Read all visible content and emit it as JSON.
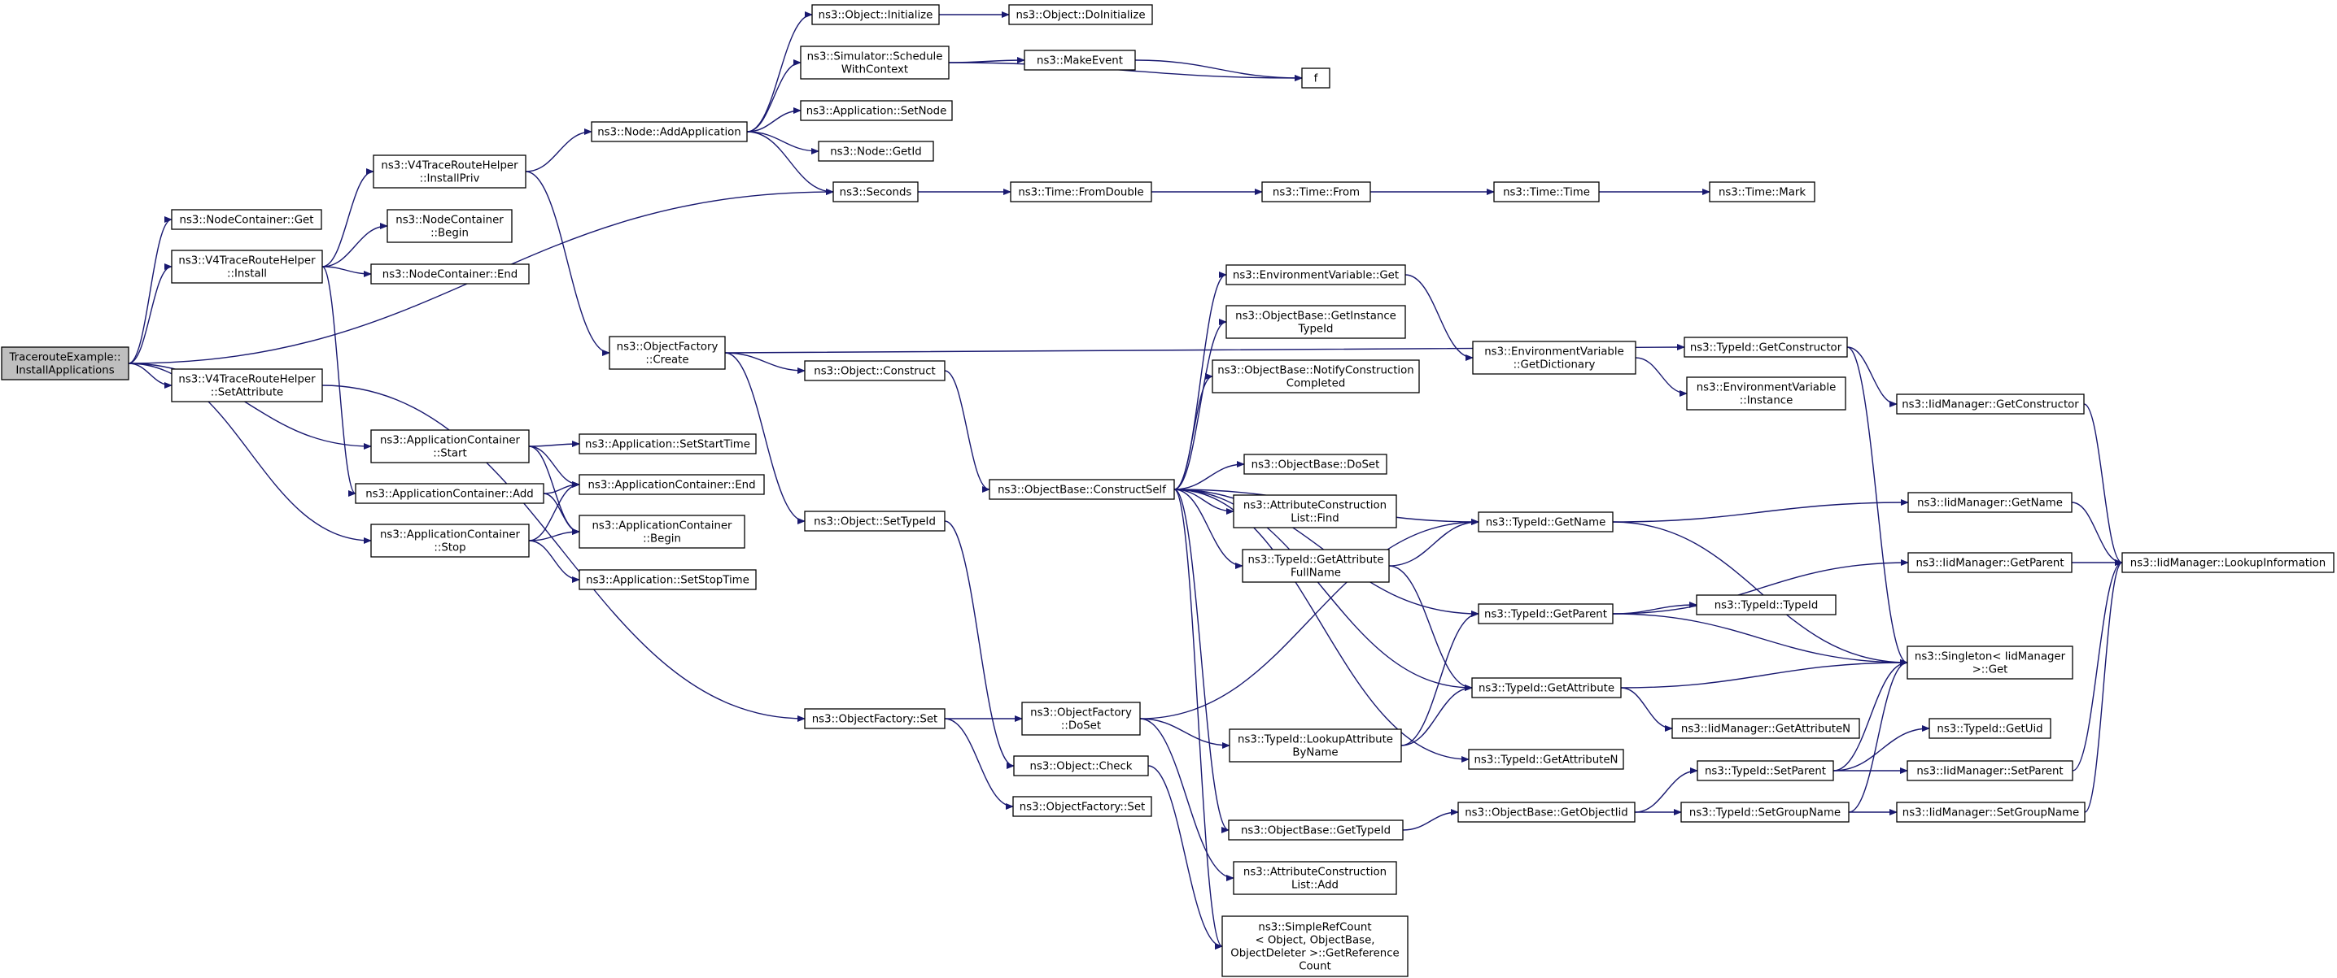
{
  "diagram": {
    "type": "call-graph",
    "colors": {
      "edge": "#191970",
      "root_fill": "#bfbfbf",
      "node_fill": "#ffffff",
      "node_border": "#000000"
    },
    "nodes": [
      {
        "id": "root",
        "lines": [
          "TracerouteExample::",
          "InstallApplications"
        ]
      },
      {
        "id": "nc_get",
        "lines": [
          "ns3::NodeContainer::Get"
        ]
      },
      {
        "id": "v4_install",
        "lines": [
          "ns3::V4TraceRouteHelper",
          "::Install"
        ]
      },
      {
        "id": "v4_setattr",
        "lines": [
          "ns3::V4TraceRouteHelper",
          "::SetAttribute"
        ]
      },
      {
        "id": "v4_installpriv",
        "lines": [
          "ns3::V4TraceRouteHelper",
          "::InstallPriv"
        ]
      },
      {
        "id": "nc_begin",
        "lines": [
          "ns3::NodeContainer",
          "::Begin"
        ]
      },
      {
        "id": "nc_end",
        "lines": [
          "ns3::NodeContainer::End"
        ]
      },
      {
        "id": "ac_start",
        "lines": [
          "ns3::ApplicationContainer",
          "::Start"
        ]
      },
      {
        "id": "ac_add",
        "lines": [
          "ns3::ApplicationContainer::Add"
        ]
      },
      {
        "id": "ac_stop",
        "lines": [
          "ns3::ApplicationContainer",
          "::Stop"
        ]
      },
      {
        "id": "app_setstart",
        "lines": [
          "ns3::Application::SetStartTime"
        ]
      },
      {
        "id": "ac_end",
        "lines": [
          "ns3::ApplicationContainer::End"
        ]
      },
      {
        "id": "ac_begin",
        "lines": [
          "ns3::ApplicationContainer",
          "::Begin"
        ]
      },
      {
        "id": "app_setstop",
        "lines": [
          "ns3::Application::SetStopTime"
        ]
      },
      {
        "id": "node_addapp",
        "lines": [
          "ns3::Node::AddApplication"
        ]
      },
      {
        "id": "objfactory_create",
        "lines": [
          "ns3::ObjectFactory",
          "::Create"
        ]
      },
      {
        "id": "obj_init",
        "lines": [
          "ns3::Object::Initialize"
        ]
      },
      {
        "id": "sim_schedule",
        "lines": [
          "ns3::Simulator::Schedule",
          "WithContext"
        ]
      },
      {
        "id": "app_setnode",
        "lines": [
          "ns3::Application::SetNode"
        ]
      },
      {
        "id": "node_getid",
        "lines": [
          "ns3::Node::GetId"
        ]
      },
      {
        "id": "seconds",
        "lines": [
          "ns3::Seconds"
        ]
      },
      {
        "id": "obj_construct",
        "lines": [
          "ns3::Object::Construct"
        ]
      },
      {
        "id": "obj_settypeid",
        "lines": [
          "ns3::Object::SetTypeId"
        ]
      },
      {
        "id": "objfactory_set",
        "lines": [
          "ns3::ObjectFactory::Set"
        ]
      },
      {
        "id": "obj_doinit",
        "lines": [
          "ns3::Object::DoInitialize"
        ]
      },
      {
        "id": "makeevent",
        "lines": [
          "ns3::MakeEvent"
        ]
      },
      {
        "id": "f",
        "lines": [
          "f"
        ]
      },
      {
        "id": "time_fromdouble",
        "lines": [
          "ns3::Time::FromDouble"
        ]
      },
      {
        "id": "time_from",
        "lines": [
          "ns3::Time::From"
        ]
      },
      {
        "id": "time_time",
        "lines": [
          "ns3::Time::Time"
        ]
      },
      {
        "id": "time_mark",
        "lines": [
          "ns3::Time::Mark"
        ]
      },
      {
        "id": "ob_constructself",
        "lines": [
          "ns3::ObjectBase::ConstructSelf"
        ]
      },
      {
        "id": "objfactory_doset",
        "lines": [
          "ns3::ObjectFactory",
          "::DoSet"
        ]
      },
      {
        "id": "obj_check",
        "lines": [
          "ns3::Object::Check"
        ]
      },
      {
        "id": "objfactory_set2",
        "lines": [
          "ns3::ObjectFactory::Set"
        ]
      },
      {
        "id": "env_get",
        "lines": [
          "ns3::EnvironmentVariable::Get"
        ]
      },
      {
        "id": "ob_getinstancetypeid",
        "lines": [
          "ns3::ObjectBase::GetInstance",
          "TypeId"
        ]
      },
      {
        "id": "ob_notify",
        "lines": [
          "ns3::ObjectBase::NotifyConstruction",
          "Completed"
        ]
      },
      {
        "id": "ob_doset",
        "lines": [
          "ns3::ObjectBase::DoSet"
        ]
      },
      {
        "id": "acl_find",
        "lines": [
          "ns3::AttributeConstruction",
          "List::Find"
        ]
      },
      {
        "id": "tid_getattrfullname",
        "lines": [
          "ns3::TypeId::GetAttribute",
          "FullName"
        ]
      },
      {
        "id": "tid_lookupattr",
        "lines": [
          "ns3::TypeId::LookupAttribute",
          "ByName"
        ]
      },
      {
        "id": "ob_gettypeid",
        "lines": [
          "ns3::ObjectBase::GetTypeId"
        ]
      },
      {
        "id": "acl_add",
        "lines": [
          "ns3::AttributeConstruction",
          "List::Add"
        ]
      },
      {
        "id": "simplerefcount",
        "lines": [
          "ns3::SimpleRefCount",
          "< Object, ObjectBase,",
          "ObjectDeleter >::GetReference",
          "Count"
        ]
      },
      {
        "id": "env_getdict",
        "lines": [
          "ns3::EnvironmentVariable",
          "::GetDictionary"
        ]
      },
      {
        "id": "tid_getname",
        "lines": [
          "ns3::TypeId::GetName"
        ]
      },
      {
        "id": "tid_getparent",
        "lines": [
          "ns3::TypeId::GetParent"
        ]
      },
      {
        "id": "tid_getattribute",
        "lines": [
          "ns3::TypeId::GetAttribute"
        ]
      },
      {
        "id": "tid_getattributen",
        "lines": [
          "ns3::TypeId::GetAttributeN"
        ]
      },
      {
        "id": "ob_getobjectiid",
        "lines": [
          "ns3::ObjectBase::GetObjectIid"
        ]
      },
      {
        "id": "tid_getconstructor",
        "lines": [
          "ns3::TypeId::GetConstructor"
        ]
      },
      {
        "id": "env_instance",
        "lines": [
          "ns3::EnvironmentVariable",
          "::Instance"
        ]
      },
      {
        "id": "tid_typeid",
        "lines": [
          "ns3::TypeId::TypeId"
        ]
      },
      {
        "id": "iid_getattrn",
        "lines": [
          "ns3::IidManager::GetAttributeN"
        ]
      },
      {
        "id": "tid_setparent",
        "lines": [
          "ns3::TypeId::SetParent"
        ]
      },
      {
        "id": "tid_setgroupname",
        "lines": [
          "ns3::TypeId::SetGroupName"
        ]
      },
      {
        "id": "iid_getconstructor",
        "lines": [
          "ns3::IidManager::GetConstructor"
        ]
      },
      {
        "id": "iid_getname",
        "lines": [
          "ns3::IidManager::GetName"
        ]
      },
      {
        "id": "iid_getparent",
        "lines": [
          "ns3::IidManager::GetParent"
        ]
      },
      {
        "id": "singleton_get",
        "lines": [
          "ns3::Singleton< IidManager",
          " >::Get"
        ]
      },
      {
        "id": "tid_getuid",
        "lines": [
          "ns3::TypeId::GetUid"
        ]
      },
      {
        "id": "iid_setparent",
        "lines": [
          "ns3::IidManager::SetParent"
        ]
      },
      {
        "id": "iid_setgroupname",
        "lines": [
          "ns3::IidManager::SetGroupName"
        ]
      },
      {
        "id": "iid_lookupinfo",
        "lines": [
          "ns3::IidManager::LookupInformation"
        ]
      }
    ],
    "edges": [
      [
        "root",
        "nc_get"
      ],
      [
        "root",
        "v4_install"
      ],
      [
        "root",
        "v4_setattr"
      ],
      [
        "root",
        "seconds"
      ],
      [
        "root",
        "ac_start"
      ],
      [
        "root",
        "ac_stop"
      ],
      [
        "v4_install",
        "v4_installpriv"
      ],
      [
        "v4_install",
        "nc_begin"
      ],
      [
        "v4_install",
        "nc_end"
      ],
      [
        "v4_install",
        "ac_add"
      ],
      [
        "v4_setattr",
        "objfactory_set"
      ],
      [
        "v4_installpriv",
        "node_addapp"
      ],
      [
        "v4_installpriv",
        "objfactory_create"
      ],
      [
        "node_addapp",
        "obj_init"
      ],
      [
        "node_addapp",
        "sim_schedule"
      ],
      [
        "node_addapp",
        "app_setnode"
      ],
      [
        "node_addapp",
        "node_getid"
      ],
      [
        "node_addapp",
        "seconds"
      ],
      [
        "obj_init",
        "obj_doinit"
      ],
      [
        "sim_schedule",
        "makeevent"
      ],
      [
        "sim_schedule",
        "f"
      ],
      [
        "makeevent",
        "f"
      ],
      [
        "seconds",
        "time_fromdouble"
      ],
      [
        "time_fromdouble",
        "time_from"
      ],
      [
        "time_from",
        "time_time"
      ],
      [
        "time_time",
        "time_mark"
      ],
      [
        "objfactory_create",
        "tid_getconstructor"
      ],
      [
        "objfactory_create",
        "obj_construct"
      ],
      [
        "objfactory_create",
        "obj_settypeid"
      ],
      [
        "obj_construct",
        "ob_constructself"
      ],
      [
        "obj_settypeid",
        "obj_check"
      ],
      [
        "ac_start",
        "app_setstart"
      ],
      [
        "ac_start",
        "ac_end"
      ],
      [
        "ac_start",
        "ac_begin"
      ],
      [
        "ac_add",
        "ac_end"
      ],
      [
        "ac_add",
        "ac_begin"
      ],
      [
        "ac_stop",
        "ac_end"
      ],
      [
        "ac_stop",
        "ac_begin"
      ],
      [
        "ac_stop",
        "app_setstop"
      ],
      [
        "objfactory_set",
        "objfactory_doset"
      ],
      [
        "objfactory_set",
        "objfactory_set2"
      ],
      [
        "objfactory_doset",
        "tid_getname"
      ],
      [
        "objfactory_doset",
        "tid_lookupattr"
      ],
      [
        "objfactory_doset",
        "acl_add"
      ],
      [
        "obj_check",
        "simplerefcount"
      ],
      [
        "ob_constructself",
        "env_get"
      ],
      [
        "ob_constructself",
        "ob_getinstancetypeid"
      ],
      [
        "ob_constructself",
        "ob_notify"
      ],
      [
        "ob_constructself",
        "ob_doset"
      ],
      [
        "ob_constructself",
        "acl_find"
      ],
      [
        "ob_constructself",
        "tid_getattrfullname"
      ],
      [
        "ob_constructself",
        "tid_getname"
      ],
      [
        "ob_constructself",
        "tid_getparent"
      ],
      [
        "ob_constructself",
        "tid_getattribute"
      ],
      [
        "ob_constructself",
        "tid_getattributen"
      ],
      [
        "ob_constructself",
        "ob_gettypeid"
      ],
      [
        "ob_constructself",
        "simplerefcount"
      ],
      [
        "env_get",
        "env_getdict"
      ],
      [
        "env_getdict",
        "env_instance"
      ],
      [
        "tid_getattrfullname",
        "tid_getname"
      ],
      [
        "tid_getattrfullname",
        "tid_getattribute"
      ],
      [
        "tid_lookupattr",
        "tid_getparent"
      ],
      [
        "tid_lookupattr",
        "tid_getattribute"
      ],
      [
        "ob_gettypeid",
        "ob_getobjectiid"
      ],
      [
        "ob_getobjectiid",
        "tid_setparent"
      ],
      [
        "ob_getobjectiid",
        "tid_setgroupname"
      ],
      [
        "tid_getname",
        "iid_getname"
      ],
      [
        "tid_getname",
        "singleton_get"
      ],
      [
        "tid_getparent",
        "iid_getparent"
      ],
      [
        "tid_getparent",
        "tid_typeid"
      ],
      [
        "tid_getparent",
        "singleton_get"
      ],
      [
        "tid_getattribute",
        "singleton_get"
      ],
      [
        "tid_getattribute",
        "iid_getattrn"
      ],
      [
        "tid_getconstructor",
        "iid_getconstructor"
      ],
      [
        "tid_getconstructor",
        "singleton_get"
      ],
      [
        "tid_setparent",
        "singleton_get"
      ],
      [
        "tid_setparent",
        "tid_getuid"
      ],
      [
        "tid_setparent",
        "iid_setparent"
      ],
      [
        "tid_setgroupname",
        "singleton_get"
      ],
      [
        "tid_setgroupname",
        "iid_setgroupname"
      ],
      [
        "iid_getconstructor",
        "iid_lookupinfo"
      ],
      [
        "iid_getname",
        "iid_lookupinfo"
      ],
      [
        "iid_getparent",
        "iid_lookupinfo"
      ],
      [
        "iid_setparent",
        "iid_lookupinfo"
      ],
      [
        "iid_setgroupname",
        "iid_lookupinfo"
      ]
    ]
  }
}
